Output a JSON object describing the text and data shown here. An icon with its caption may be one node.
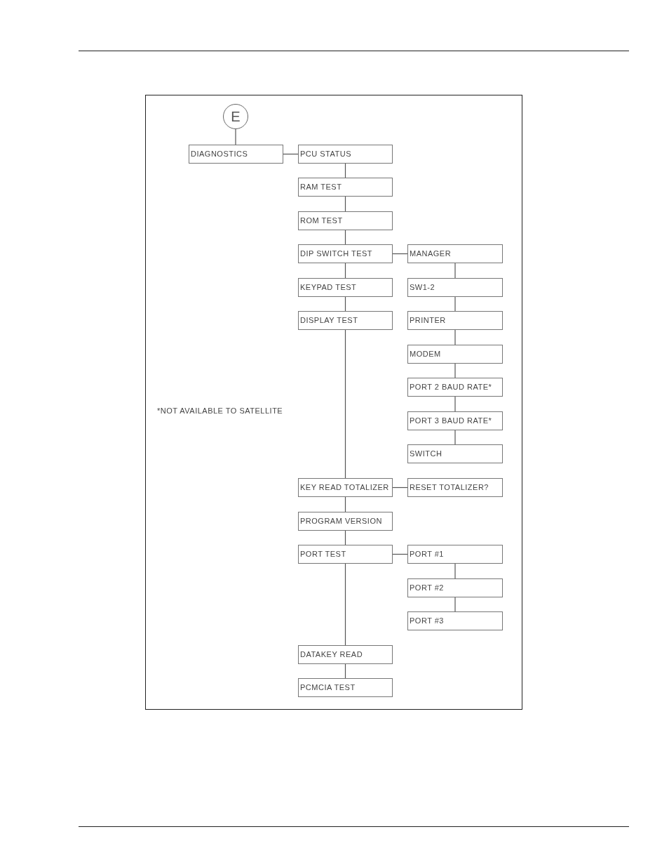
{
  "diagram": {
    "nodes": [
      {
        "text": [
          "E"
        ]
      },
      {
        "text": [
          "DIAGNOSTICS"
        ]
      },
      {
        "text": [
          "PCU STATUS"
        ]
      },
      {
        "text": [
          "RAM TEST"
        ]
      },
      {
        "text": [
          "ROM TEST"
        ]
      },
      {
        "text": [
          "DIP SWITCH TEST"
        ]
      },
      {
        "text": [
          "KEYPAD TEST"
        ]
      },
      {
        "text": [
          "DISPLAY TEST"
        ]
      },
      {
        "text": [
          "KEY READ TOTALIZER"
        ]
      },
      {
        "text": [
          "PROGRAM VERSION"
        ]
      },
      {
        "text": [
          "PORT TEST"
        ]
      },
      {
        "text": [
          "DATAKEY READ"
        ]
      },
      {
        "text": [
          "PCMCIA TEST"
        ]
      },
      {
        "text": [
          "MANAGER"
        ]
      },
      {
        "text": [
          "SW1-2"
        ]
      },
      {
        "text": [
          "PRINTER"
        ]
      },
      {
        "text": [
          "MODEM"
        ]
      },
      {
        "text": [
          "PORT 2 BAUD RATE*"
        ]
      },
      {
        "text": [
          "PORT 3 BAUD RATE*"
        ]
      },
      {
        "text": [
          "SWITCH"
        ]
      },
      {
        "text": [
          "RESET TOTALIZER?"
        ]
      },
      {
        "text": [
          "PORT #1"
        ]
      },
      {
        "text": [
          "PORT #2"
        ]
      },
      {
        "text": [
          "PORT #3"
        ]
      }
    ],
    "edges": [
      {
        "from": 0,
        "to": 1,
        "arrow": "none"
      },
      {
        "from": 1,
        "to": 2,
        "arrow": "none"
      },
      {
        "from": 2,
        "to": 3,
        "arrow": "none"
      },
      {
        "from": 3,
        "to": 4,
        "arrow": "none"
      },
      {
        "from": 4,
        "to": 5,
        "arrow": "none"
      },
      {
        "from": 5,
        "to": 6,
        "arrow": "none"
      },
      {
        "from": 6,
        "to": 7,
        "arrow": "none"
      },
      {
        "from": 7,
        "to": 8,
        "arrow": "none"
      },
      {
        "from": 8,
        "to": 9,
        "arrow": "none"
      },
      {
        "from": 9,
        "to": 10,
        "arrow": "none"
      },
      {
        "from": 10,
        "to": 11,
        "arrow": "none"
      },
      {
        "from": 11,
        "to": 12,
        "arrow": "none"
      },
      {
        "from": 5,
        "to": 13,
        "arrow": "none"
      },
      {
        "from": 13,
        "to": 14,
        "arrow": "none"
      },
      {
        "from": 14,
        "to": 15,
        "arrow": "none"
      },
      {
        "from": 15,
        "to": 16,
        "arrow": "none"
      },
      {
        "from": 16,
        "to": 17,
        "arrow": "none"
      },
      {
        "from": 17,
        "to": 18,
        "arrow": "none"
      },
      {
        "from": 18,
        "to": 19,
        "arrow": "none"
      },
      {
        "from": 8,
        "to": 20,
        "arrow": "none"
      },
      {
        "from": 10,
        "to": 21,
        "arrow": "none"
      },
      {
        "from": 21,
        "to": 22,
        "arrow": "none"
      },
      {
        "from": 22,
        "to": 23,
        "arrow": "none"
      }
    ],
    "labels": [
      "*NOT AVAILABLE TO SATELLITE"
    ]
  }
}
